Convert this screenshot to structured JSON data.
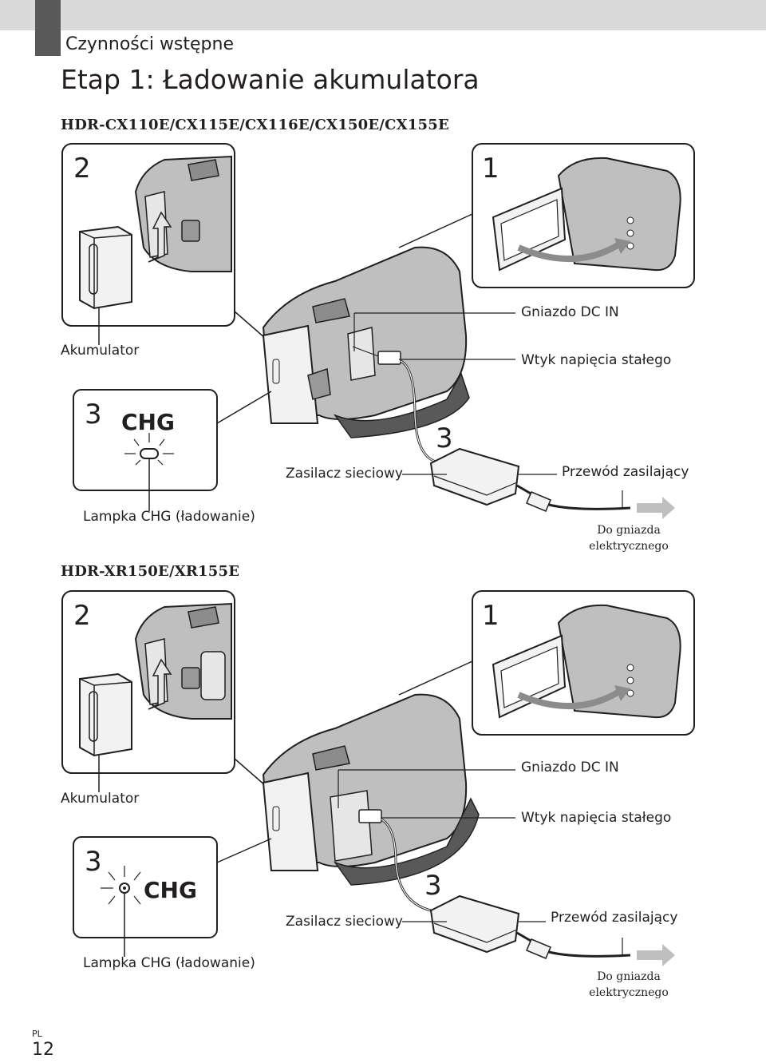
{
  "header": {
    "section": "Czynności wstępne",
    "title": "Etap 1: Ładowanie akumulatora"
  },
  "panel_a": {
    "model": "HDR-CX110E/CX115E/CX116E/CX150E/CX155E",
    "step_battery": "2",
    "step_open": "1",
    "step_adapter": "3",
    "step_chg": "3",
    "chg_text": "CHG",
    "label_battery": "Akumulator",
    "label_dc_in": "Gniazdo DC IN",
    "label_dc_plug": "Wtyk napięcia stałego",
    "label_adapter": "Zasilacz sieciowy",
    "label_cord": "Przewód zasilający",
    "label_chg_lamp": "Lampka CHG (ładowanie)",
    "label_outlet_1": "Do gniazda",
    "label_outlet_2": "elektrycznego"
  },
  "panel_b": {
    "model": "HDR-XR150E/XR155E",
    "step_battery": "2",
    "step_open": "1",
    "step_adapter": "3",
    "step_chg": "3",
    "chg_text": "CHG",
    "label_battery": "Akumulator",
    "label_dc_in": "Gniazdo DC IN",
    "label_dc_plug": "Wtyk napięcia stałego",
    "label_adapter": "Zasilacz sieciowy",
    "label_cord": "Przewód zasilający",
    "label_chg_lamp": "Lampka CHG (ładowanie)",
    "label_outlet_1": "Do gniazda",
    "label_outlet_2": "elektrycznego"
  },
  "footer": {
    "lang": "PL",
    "page": "12"
  }
}
